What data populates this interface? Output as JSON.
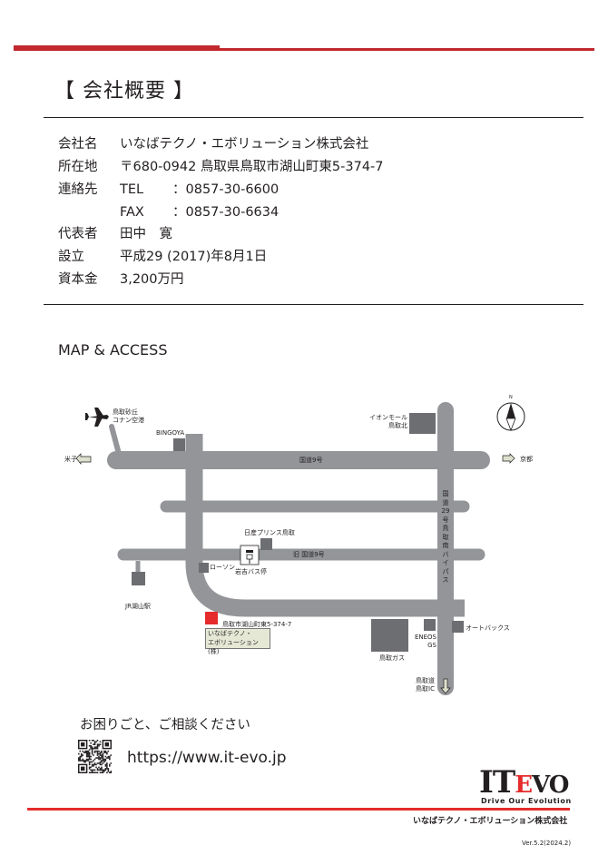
{
  "header": {
    "title": "【 会社概要 】"
  },
  "profile": {
    "rows": [
      {
        "label": "会社名",
        "value": "いなばテクノ・エボリューション株式会社"
      },
      {
        "label": "所在地",
        "value": "〒680-0942 鳥取県鳥取市湖山町東5-374-7"
      },
      {
        "label": "連絡先",
        "sub": "TEL",
        "value": "：0857-30-6600"
      },
      {
        "label": "",
        "sub": "FAX",
        "value": "：0857-30-6634"
      },
      {
        "label": "代表者",
        "value": "田中　寛"
      },
      {
        "label": "設立",
        "value": "平成29 (2017)年8月1日"
      },
      {
        "label": "資本金",
        "value": "3,200万円"
      }
    ]
  },
  "map": {
    "section_title": "MAP & ACCESS",
    "airport": [
      "鳥取砂丘",
      "コナン空港"
    ],
    "bingoya": "BINGOYA",
    "yonago": "米子",
    "route9": "国道9号",
    "aeon": [
      "イオンモール",
      "鳥取北"
    ],
    "kyoto": "京都",
    "route29": [
      "国",
      "道",
      "29",
      "号",
      "鳥",
      "取",
      "南",
      "バ",
      "イ",
      "パ",
      "ス"
    ],
    "nissan": "日産プリンス鳥取",
    "old_route9": "旧 国道9号",
    "lawson": "ローソン",
    "bus_stop": "岩吉バス停",
    "jr_station": "JR湖山駅",
    "address": "鳥取市湖山町東5-374-7",
    "company_box": [
      "いなばテクノ・",
      "エボリューション(株)"
    ],
    "eneos": [
      "ENEOS",
      "GS"
    ],
    "autobacs": "オートバックス",
    "tottori_gas": "鳥取ガス",
    "tottori_ic": [
      "鳥取道",
      "鳥取IC"
    ],
    "compass": "N",
    "colors": {
      "road": "#939598",
      "building": "#6d6e71",
      "office": "#e52b2b"
    }
  },
  "contact": {
    "help_text": "お困りごと、ご相談ください",
    "url": "https://www.it-evo.jp"
  },
  "footer": {
    "logo_it": "IT",
    "logo_e": "E",
    "logo_vo": "VO",
    "tagline": "Drive Our Evolution",
    "company": "いなばテクノ・エボリューション株式会社",
    "version": "Ver.5.2(2024.2)"
  },
  "colors": {
    "accent": "#c1272d"
  }
}
